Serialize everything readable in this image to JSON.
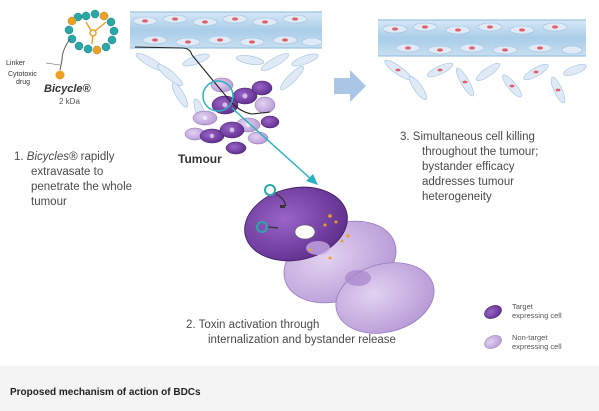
{
  "molecule": {
    "linker_label": "Linker",
    "cytotoxic_label_line1": "Cytotoxic",
    "cytotoxic_label_line2": "drug",
    "name": "Bicycle®",
    "mass": "2 kDa"
  },
  "tumour_label": "Tumour",
  "steps": {
    "step1": {
      "number": "1.",
      "line1_italic": "Bicycles®",
      "line1_rest": " rapidly",
      "line2": "extravasate to",
      "line3": "penetrate the whole",
      "line4": "tumour"
    },
    "step2": {
      "line1": "2.  Toxin activation through",
      "line2": "internalization and bystander release"
    },
    "step3": {
      "line1": "3.  Simultaneous cell killing",
      "line2": "throughout the tumour;",
      "line3": "bystander efficacy",
      "line4": "addresses tumour",
      "line5": "heterogeneity"
    }
  },
  "legend": {
    "target_line1": "Target",
    "target_line2": "expressing cell",
    "target_color": "#6a3a9a",
    "nontarget_line1": "Non-target",
    "nontarget_line2": "expressing cell",
    "nontarget_color": "#c6aede"
  },
  "caption": "Proposed mechanism of action of BDCs",
  "colors": {
    "vessel": "#a9cde9",
    "endothelial": "#dfeaf6",
    "nucleus": "#e0606a",
    "peptide": "#2aa8a8",
    "drug": "#f0a020",
    "arrow": "#2ab3c0",
    "process_arrow": "#a9c6e6"
  }
}
